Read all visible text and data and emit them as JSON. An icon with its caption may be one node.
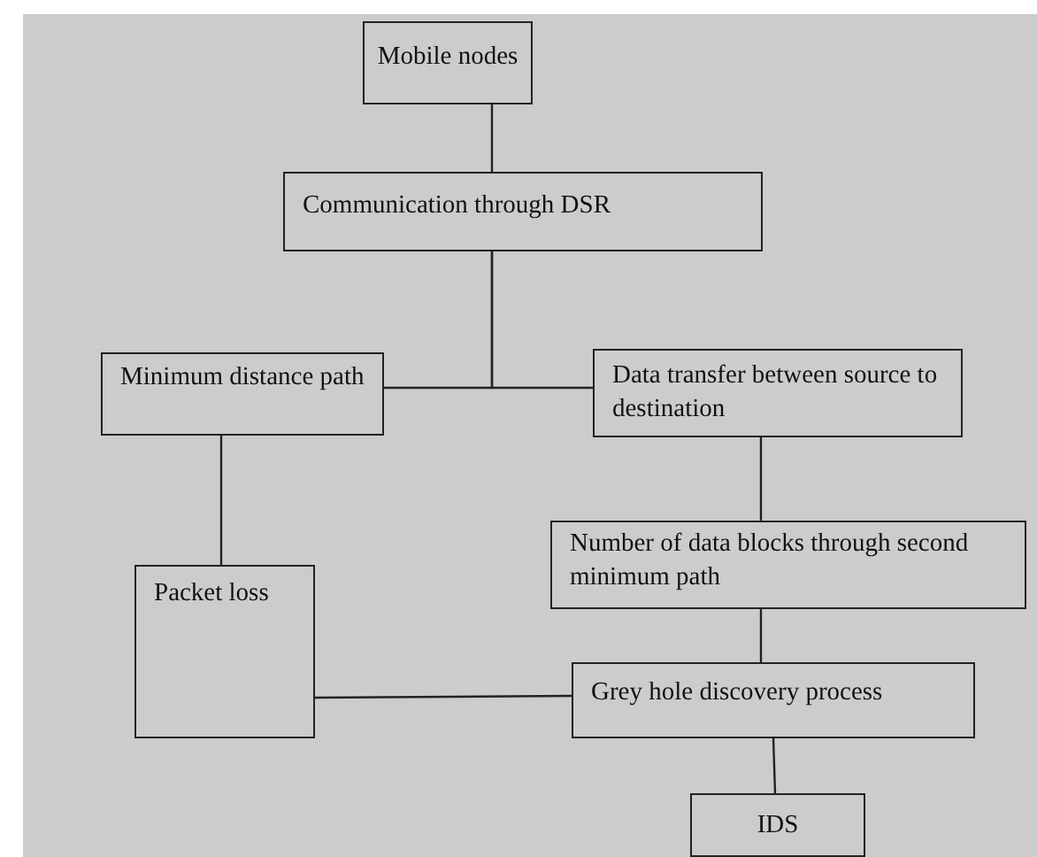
{
  "diagram": {
    "nodes": [
      {
        "text": [
          "Mobile nodes"
        ]
      },
      {
        "text": [
          "Communication through DSR"
        ]
      },
      {
        "text": [
          "Minimum distance path"
        ]
      },
      {
        "text": [
          "Data transfer between source to destination"
        ]
      },
      {
        "text": [
          "Number of data blocks through second minimum path"
        ]
      },
      {
        "text": [
          "Packet loss"
        ]
      },
      {
        "text": [
          "Grey hole discovery process"
        ]
      },
      {
        "text": [
          "IDS"
        ]
      }
    ],
    "edges": [
      {
        "from": 0,
        "to": 1,
        "arrow": "none"
      },
      {
        "from": 1,
        "to": 2,
        "arrow": "none"
      },
      {
        "from": 1,
        "to": 3,
        "arrow": "none"
      },
      {
        "from": 2,
        "to": 5,
        "arrow": "none"
      },
      {
        "from": 3,
        "to": 4,
        "arrow": "none"
      },
      {
        "from": 4,
        "to": 6,
        "arrow": "none"
      },
      {
        "from": 5,
        "to": 6,
        "arrow": "none"
      },
      {
        "from": 6,
        "to": 7,
        "arrow": "none"
      }
    ]
  }
}
